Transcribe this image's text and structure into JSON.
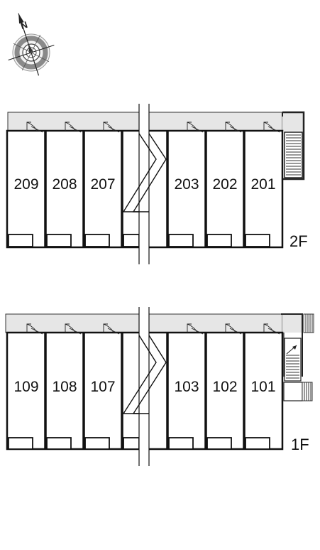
{
  "compass": {
    "north_label": "N",
    "icon": "compass-rose-icon"
  },
  "floors": [
    {
      "id": "2F",
      "label": "2F",
      "units_left": [
        "209",
        "208",
        "207"
      ],
      "units_right": [
        "203",
        "202",
        "201"
      ]
    },
    {
      "id": "1F",
      "label": "1F",
      "units_left": [
        "109",
        "108",
        "107"
      ],
      "units_right": [
        "103",
        "102",
        "101"
      ]
    }
  ],
  "colors": {
    "corridor": "#e6e6e6",
    "wall": "#111111",
    "background": "#ffffff"
  }
}
